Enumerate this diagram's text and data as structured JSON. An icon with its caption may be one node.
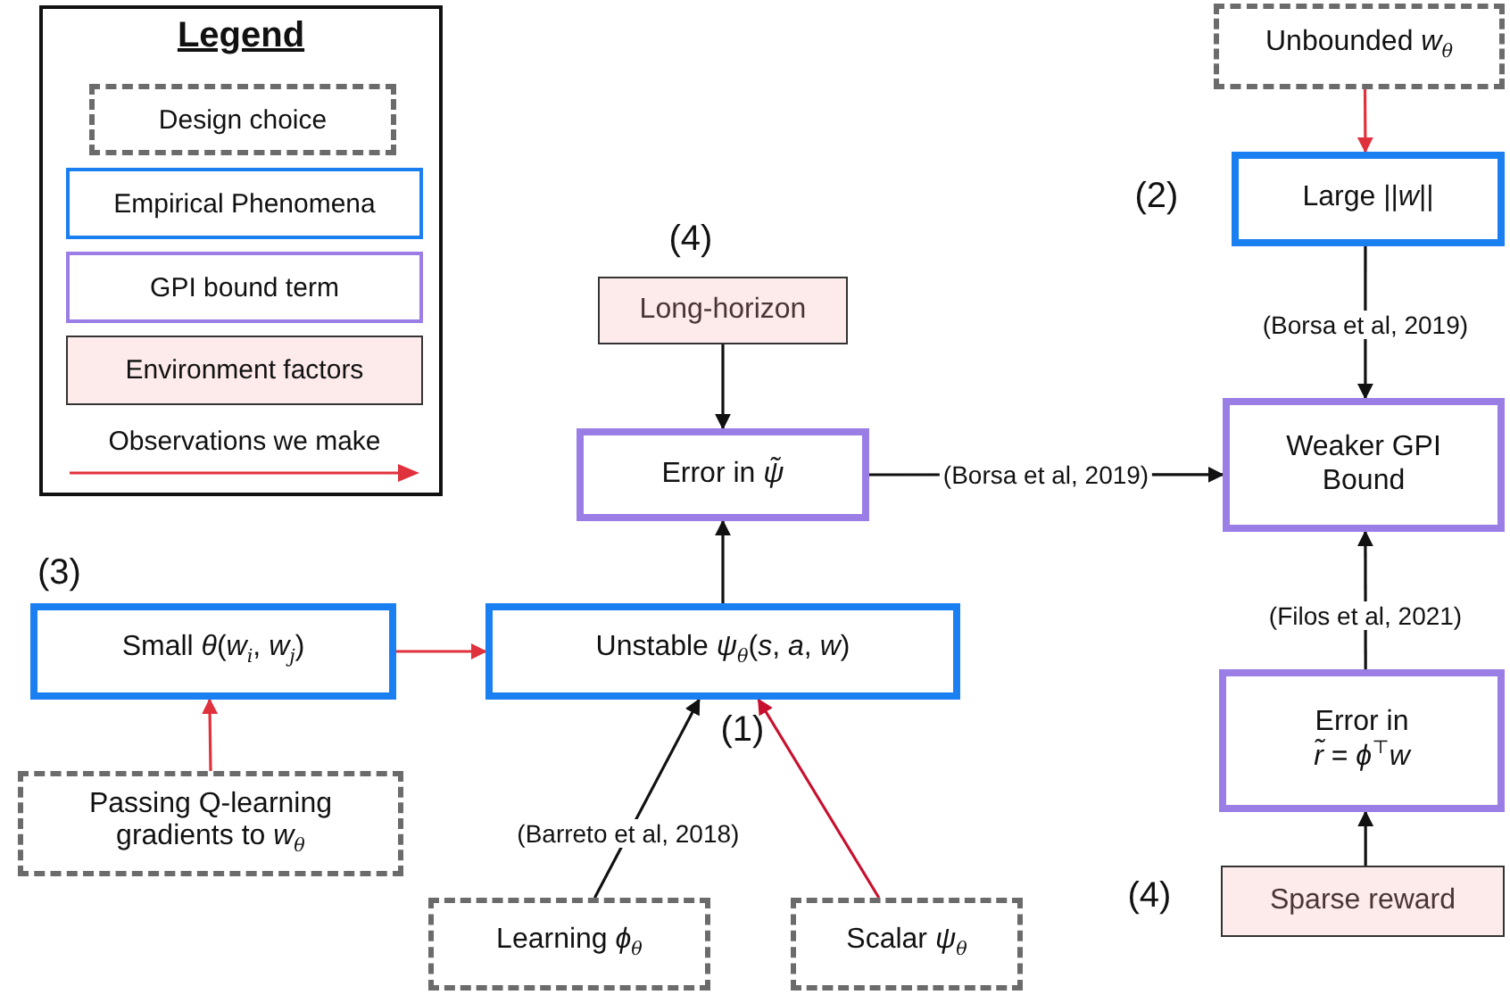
{
  "diagram": {
    "nodes": [
      {
        "text": [
          "Unbounded *w*$_{θ}$"
        ]
      },
      {
        "text": [
          "Large ||*w*||"
        ],
        "beside": [
          "(2)"
        ]
      },
      {
        "text": [
          "Long-horizon"
        ],
        "beside": [
          "(4)"
        ]
      },
      {
        "text": [
          "Error in *ψ̃*"
        ]
      },
      {
        "text": [
          "Weaker GPI Bound"
        ]
      },
      {
        "text": [
          "Small *θ*(*w*$_{i}$, *w*$_{j}$)"
        ],
        "beside": [
          "(3)"
        ]
      },
      {
        "text": [
          "Unstable *ψ*$_{θ}$(*s*, *a*, *w*)"
        ],
        "beside": [
          "(1)"
        ]
      },
      {
        "text": [
          "Error in",
          "*r̃* = *ϕ*$^{⊤}$*w*"
        ]
      },
      {
        "text": [
          "Passing Q-learning gradients to *w*$_{θ}$"
        ]
      },
      {
        "text": [
          "Learning *ϕ*$_{θ}$"
        ]
      },
      {
        "text": [
          "Scalar *ψ*$_{θ}$"
        ]
      },
      {
        "text": [
          "Sparse reward"
        ],
        "beside": [
          "(4)"
        ]
      }
    ],
    "edges": [
      {
        "from": 0,
        "to": 1,
        "arrow": "to",
        "color": "#e0323c"
      },
      {
        "from": 1,
        "to": 4,
        "arrow": "to",
        "label": "(Borsa et al, 2019)"
      },
      {
        "from": 2,
        "to": 3,
        "arrow": "to"
      },
      {
        "from": 3,
        "to": 4,
        "arrow": "to",
        "label": "(Borsa et al, 2019)"
      },
      {
        "from": 5,
        "to": 6,
        "arrow": "to",
        "color": "#e0323c"
      },
      {
        "from": 6,
        "to": 3,
        "arrow": "to"
      },
      {
        "from": 7,
        "to": 4,
        "arrow": "to",
        "label": "(Filos et al, 2021)"
      },
      {
        "from": 8,
        "to": 5,
        "arrow": "to",
        "color": "#e0323c"
      },
      {
        "from": 9,
        "to": 6,
        "arrow": "to",
        "label": "(Barreto et al, 2018)"
      },
      {
        "from": 10,
        "to": 6,
        "arrow": "to",
        "color": "#c8102e"
      },
      {
        "from": 11,
        "to": 7,
        "arrow": "to"
      }
    ],
    "labels": [
      "Legend"
    ],
    "legend": [
      {
        "text": "Design choice"
      },
      {
        "text": "Empirical Phenomena",
        "color": "#1a7ff0"
      },
      {
        "text": "GPI bound term",
        "color": "#9b7de6"
      },
      {
        "text": "Environment factors",
        "color": "#fdeaea"
      },
      {
        "text": "Observations we make"
      }
    ]
  }
}
